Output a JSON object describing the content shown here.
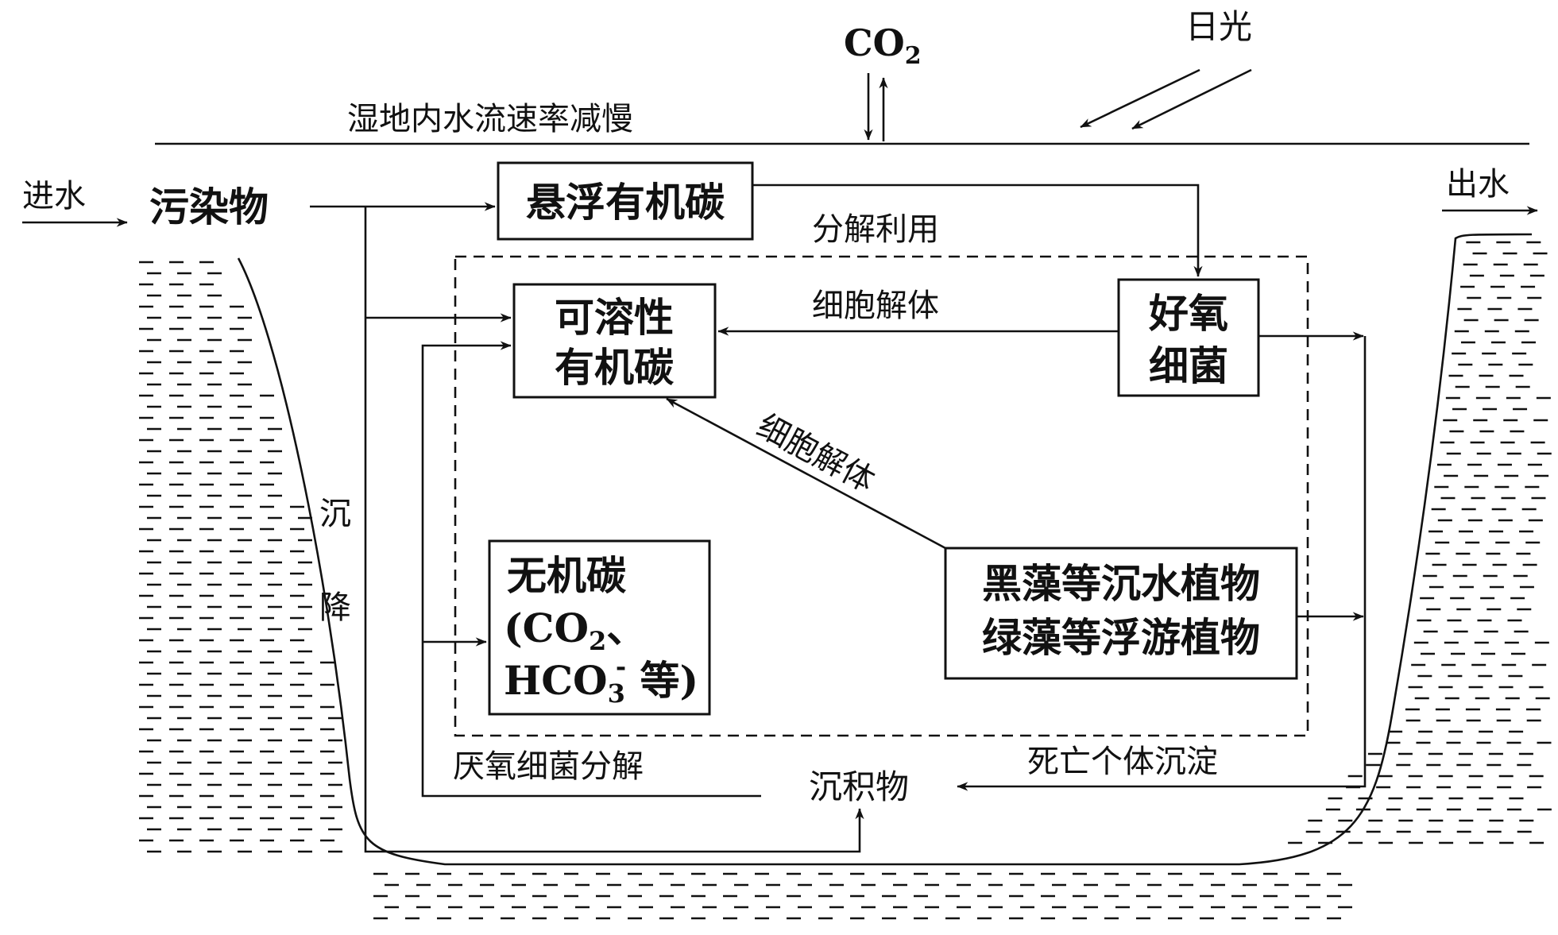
{
  "labels": {
    "sunlight": "日光",
    "co2_top": "CO",
    "co2_sub": "2",
    "water_flow": "湿地内水流速率减慢",
    "water_in": "进水",
    "water_out": "出水",
    "pollutant": "污染物",
    "decompose_use": "分解利用",
    "cell_lysis_1": "细胞解体",
    "cell_lysis_2": "细胞解体",
    "sedimentation_1": "沉",
    "sedimentation_2": "降",
    "anaerobic": "厌氧细菌分解",
    "sediment": "沉积物",
    "dead_settle": "死亡个体沉淀"
  },
  "boxes": {
    "suspended_carbon": "悬浮有机碳",
    "soluble_carbon_1": "可溶性",
    "soluble_carbon_2": "有机碳",
    "aerobic_1": "好氧",
    "aerobic_2": "细菌",
    "inorganic_1": "无机碳",
    "inorganic_2a": "(CO",
    "inorganic_2b": "2",
    "inorganic_2c": "、",
    "inorganic_3a": "HCO",
    "inorganic_3b": "3",
    "inorganic_3c": "-",
    "inorganic_3d": " 等)",
    "plants_1": "黑藻等沉水植物",
    "plants_2": "绿藻等浮游植物"
  }
}
